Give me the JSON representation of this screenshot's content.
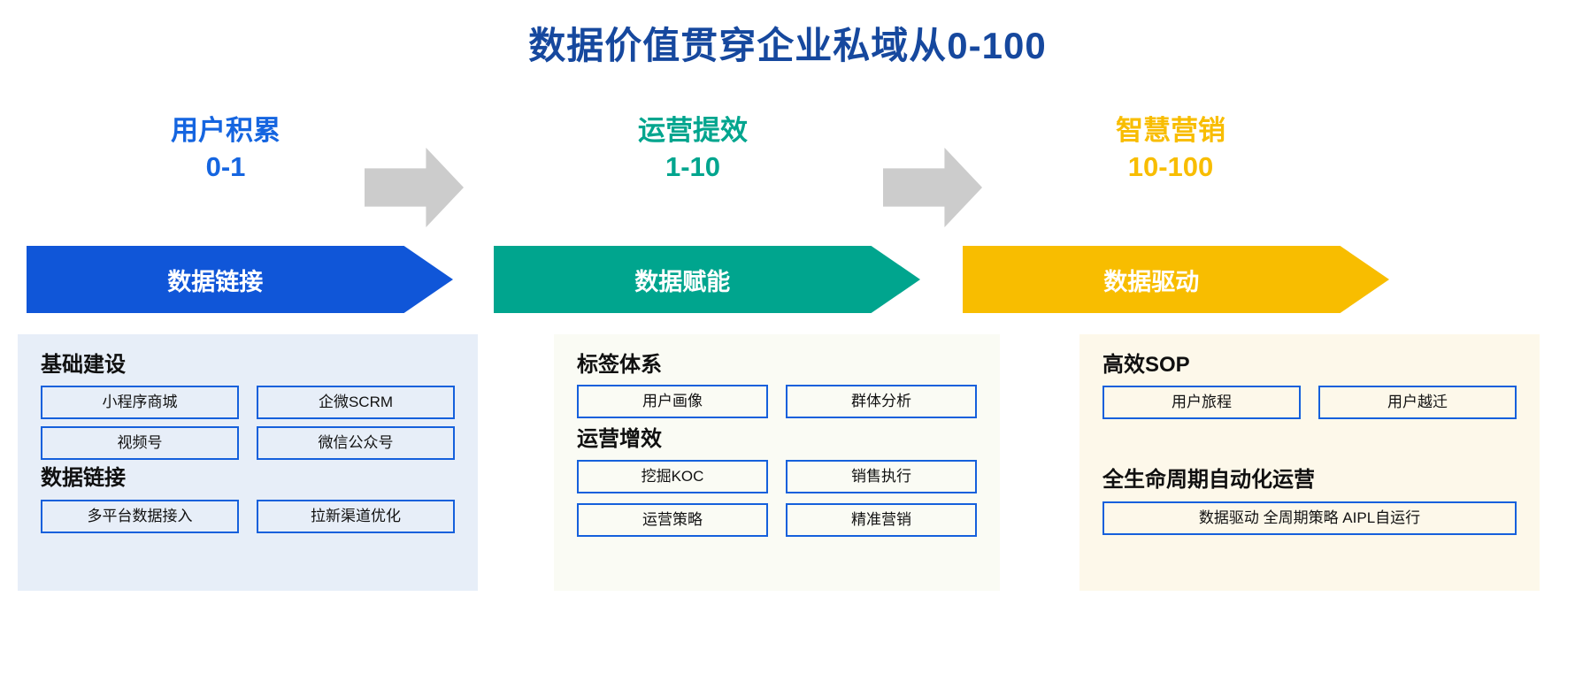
{
  "title": "数据价值贯穿企业私域从0-100",
  "colors": {
    "title_blue": "#16489E",
    "stage1_blue": "#1565E0",
    "stage2_teal": "#00A58E",
    "stage3_yellow": "#F8BD00",
    "banner1": "#1056D8",
    "banner2": "#00A58E",
    "banner3": "#F8BD00",
    "card1_bg": "#E7EEF8",
    "card2_bg": "#FAFBF4",
    "card3_bg": "#FDF8EA",
    "chip_border": "#1560DC",
    "arrow_gray": "#CCCCCC"
  },
  "stages": [
    {
      "name": "用户积累",
      "range": "0-1",
      "banner": "数据链接",
      "sections": [
        {
          "heading": "基础建设",
          "rows": [
            [
              "小程序商城",
              "企微SCRM"
            ],
            [
              "视频号",
              "微信公众号"
            ]
          ]
        },
        {
          "heading": "数据链接",
          "rows": [
            [
              "多平台数据接入",
              "拉新渠道优化"
            ]
          ]
        }
      ]
    },
    {
      "name": "运营提效",
      "range": "1-10",
      "banner": "数据赋能",
      "sections": [
        {
          "heading": "标签体系",
          "rows": [
            [
              "用户画像",
              "群体分析"
            ]
          ]
        },
        {
          "heading": "运营增效",
          "rows": [
            [
              "挖掘KOC",
              "销售执行"
            ],
            [
              "运营策略",
              "精准营销"
            ]
          ]
        }
      ]
    },
    {
      "name": "智慧营销",
      "range": "10-100",
      "banner": "数据驱动",
      "sections": [
        {
          "heading": "高效SOP",
          "rows": [
            [
              "用户旅程",
              "用户越迁"
            ]
          ]
        },
        {
          "heading": "全生命周期自动化运营",
          "rows": [
            [
              "数据驱动  全周期策略  AIPL自运行"
            ]
          ]
        }
      ]
    }
  ],
  "arrows": {
    "arrow1_name": "stage-transition-arrow-1",
    "arrow2_name": "stage-transition-arrow-2"
  }
}
